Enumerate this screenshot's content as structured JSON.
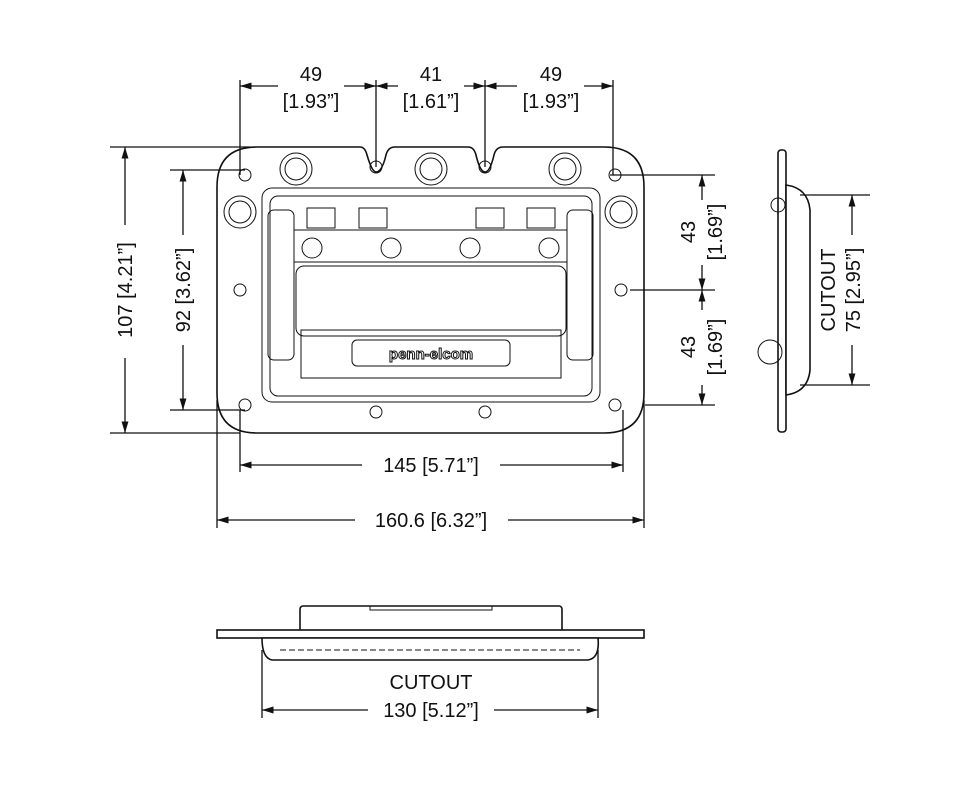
{
  "drawing": {
    "logo_text": "penn-elcom",
    "top_dims": [
      {
        "mm": "49",
        "in": "[1.93”]"
      },
      {
        "mm": "41",
        "in": "[1.61”]"
      },
      {
        "mm": "49",
        "in": "[1.93”]"
      }
    ],
    "left_dims": {
      "overall_height": "107 [4.21”]",
      "hole_height": "92 [3.62”]"
    },
    "right_dims": [
      {
        "mm": "43",
        "in": "[1.69”]"
      },
      {
        "mm": "43",
        "in": "[1.69”]"
      }
    ],
    "bottom_dims": {
      "hole_width": "145 [5.71”]",
      "overall_width": "160.6 [6.32”]"
    },
    "side_view": {
      "label": "CUTOUT",
      "value": "75 [2.95”]"
    },
    "bottom_view": {
      "label": "CUTOUT",
      "value": "130 [5.12”]"
    }
  }
}
